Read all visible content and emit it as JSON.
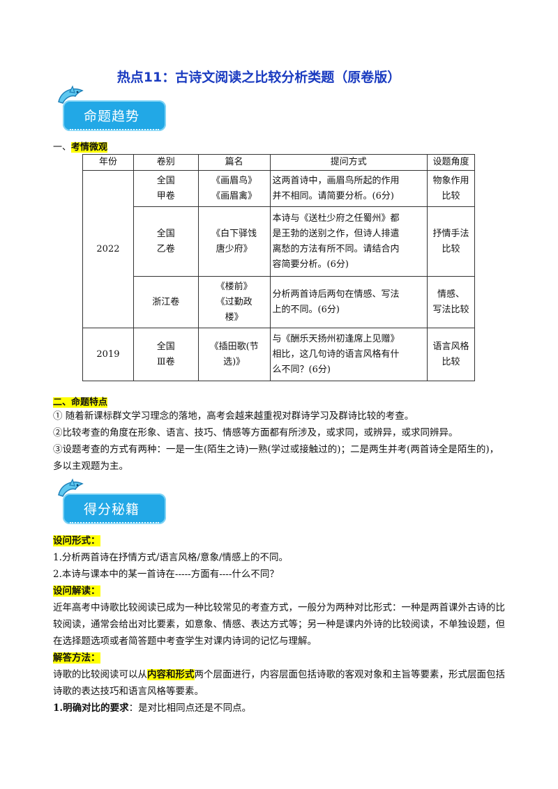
{
  "title": "热点11：古诗文阅读之比较分析类题（原卷版）",
  "banners": {
    "trend": "命题趋势",
    "secrets": "得分秘籍"
  },
  "section1": {
    "prefix": "一、",
    "label": "考情微观"
  },
  "table": {
    "headers": [
      "年份",
      "卷别",
      "篇名",
      "提问方式",
      "设题角度"
    ],
    "rows": [
      {
        "year": "2022",
        "paper": [
          "全国",
          "甲卷"
        ],
        "title": [
          "《画眉鸟》",
          "《画眉禽》"
        ],
        "question": [
          "这两首诗中，画眉鸟所起的作用",
          "并不相同。请简要分析。(6分)"
        ],
        "angle": [
          "物象作用",
          "比较"
        ]
      },
      {
        "paper": [
          "全国",
          "乙卷"
        ],
        "title": [
          "《白下驿饯",
          "唐少府》"
        ],
        "question": [
          "本诗与《送杜少府之任蜀州》都",
          "是王勃的送别之作，但诗人排遣",
          "离愁的方法有所不同。请结合内",
          "容简要分析。(6分)"
        ],
        "angle": [
          "抒情手法",
          "比较"
        ]
      },
      {
        "paper": [
          "浙江卷"
        ],
        "title": [
          "《楼前》",
          "《过勤政",
          "楼》"
        ],
        "question": [
          "分析两首诗后两句在情感、写法",
          "上的不同。(6分)"
        ],
        "angle": [
          "情感、",
          "写法比较"
        ]
      },
      {
        "year": "2019",
        "paper": [
          "全国",
          "Ⅲ卷"
        ],
        "title": [
          "《插田歌(节",
          "选)》"
        ],
        "question": [
          "与《酬乐天扬州初逢席上见赠》",
          "相比，这几句诗的语言风格有什",
          "么不同？(6分)"
        ],
        "angle": [
          "语言风格",
          "比较"
        ]
      }
    ]
  },
  "section2": {
    "heading": "二、命题特点",
    "items": [
      "① 随着新课标群文学习理念的落地，高考会越来越重视对群诗学习及群诗比较的考查。",
      "②比较考查的角度在形象、语言、技巧、情感等方面都有所涉及，或求同，或辨异，或求同辨异。",
      "③设题考查的方式有两种：一是一生(陌生之诗)一熟(学过或接触过的)；二是两生并考(两首诗全是陌生的)，多以主观题为主。"
    ]
  },
  "form": {
    "heading": "设问形式：",
    "items": [
      "1.分析两首诗在抒情方式/语言风格/意象/情感上的不同。",
      "2.本诗与课本中的某一首诗在-----方面有----什么不同？"
    ]
  },
  "interpret": {
    "heading": "设问解读：",
    "text": "近年高考中诗歌比较阅读已成为一种比较常见的考查方式，一般分为两种对比形式：一种是两首课外古诗的比较阅读，通常会给出对比要素，如意象、情感、表达方式等；另一种是课内外诗的比较阅读，不单独设题，但在选择题选项或者简答题中考查学生对课内诗词的记忆与理解。"
  },
  "method": {
    "heading": "解答方法：",
    "text_before": "诗歌的比较阅读可以从",
    "highlight": "内容和形式",
    "text_after": "两个层面进行，内容层面包括诗歌的客观对象和主旨等要素，形式层面包括诗歌的表达技巧和语言风格等要素。",
    "point_label": "1.明确对比的要求",
    "point_text": "：是对比相同点还是不同点。"
  }
}
